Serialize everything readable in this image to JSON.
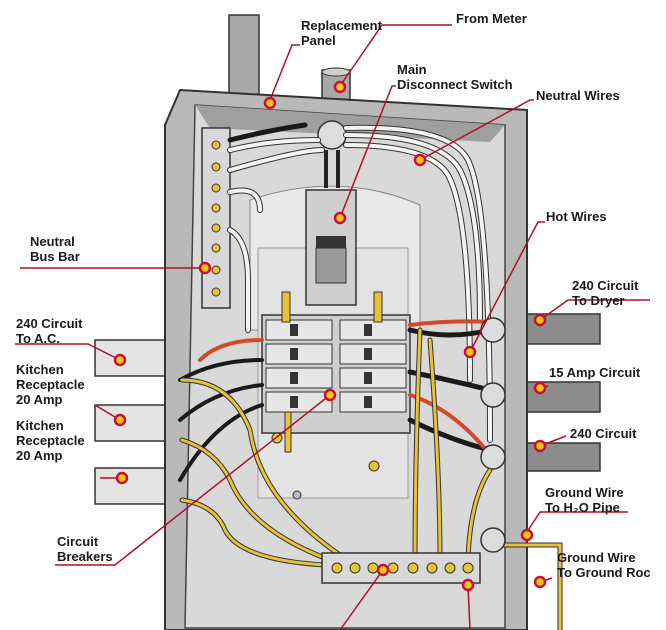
{
  "labels": {
    "replacement_panel": [
      "Replacement",
      "Panel"
    ],
    "from_meter": [
      "From Meter"
    ],
    "main_disconnect": [
      "Main",
      "Disconnect Switch"
    ],
    "neutral_wires": [
      "Neutral Wires"
    ],
    "hot_wires": [
      "Hot Wires"
    ],
    "neutral_bus_bar": [
      "Neutral",
      "Bus Bar"
    ],
    "circuit_240_dryer": [
      "240 Circuit",
      "To Dryer"
    ],
    "circuit_240_ac": [
      "240 Circuit",
      "To A.C."
    ],
    "kitchen_1": [
      "Kitchen",
      "Receptacle",
      "20 Amp"
    ],
    "amp_15_circuit": [
      "15 Amp Circuit"
    ],
    "kitchen_2": [
      "Kitchen",
      "Receptacle",
      "20 Amp"
    ],
    "circuit_240": [
      "240 Circuit"
    ],
    "ground_wire_pipe": [
      "Ground Wire",
      "To H₂O Pipe"
    ],
    "circuit_breakers": [
      "Circuit",
      "Breakers"
    ],
    "ground_wire_rod": [
      "Ground Wire",
      "To Ground Roc"
    ]
  },
  "colors": {
    "leader": "#b0102a",
    "dot_fill": "#f5c518",
    "dot_ring": "#c8102e",
    "box_gray": "#b9b9b9",
    "interior": "#d6d6d6",
    "conduit": "#9a9a9a",
    "wire_white": "#f4f4f4",
    "wire_black": "#1a1a1a",
    "wire_red": "#d24a2a",
    "wire_yellow": "#e8c23a"
  }
}
